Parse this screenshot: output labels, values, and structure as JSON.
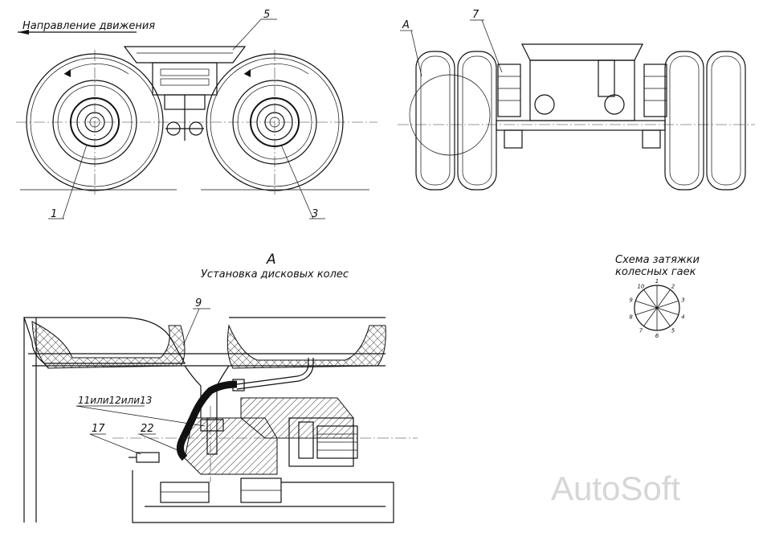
{
  "labels": {
    "direction": "Направление движения",
    "view_letter_top": "А",
    "view_letter_section": "А",
    "section_title": "Установка дисковых колес",
    "tightening_title_line1": "Схема затяжки",
    "tightening_title_line2": "колесных гаек",
    "watermark": "AutoSoft"
  },
  "callouts": {
    "c1": "1",
    "c3": "3",
    "c5": "5",
    "c7": "7",
    "c9": "9",
    "c11": "11или12или13",
    "c17": "17",
    "c22": "22"
  },
  "nut_order": [
    "1",
    "2",
    "3",
    "4",
    "5",
    "6",
    "7",
    "8",
    "9",
    "10"
  ]
}
